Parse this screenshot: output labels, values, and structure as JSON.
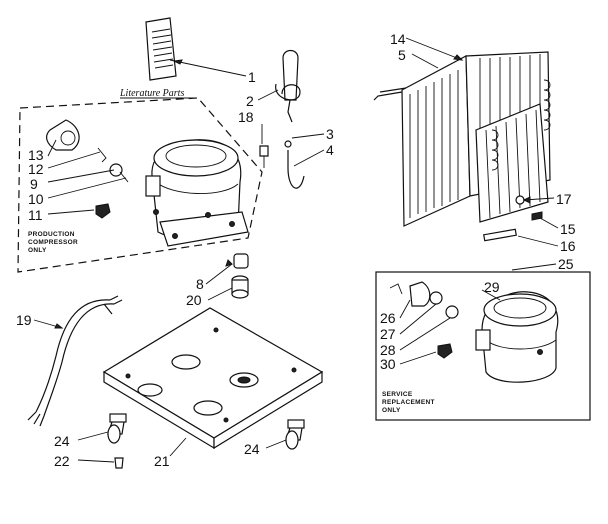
{
  "diagram": {
    "literature_caption": "Literature Parts",
    "production_note": [
      "PRODUCTION",
      "COMPRESSOR",
      "ONLY"
    ],
    "service_note": [
      "SERVICE",
      "REPLACEMENT",
      "ONLY"
    ],
    "callouts": {
      "c1": "1",
      "c2": "2",
      "c3": "3",
      "c4": "4",
      "c5": "5",
      "c8": "8",
      "c9": "9",
      "c10": "10",
      "c11": "11",
      "c12": "12",
      "c13": "13",
      "c14": "14",
      "c15": "15",
      "c16": "16",
      "c17": "17",
      "c18": "18",
      "c19": "19",
      "c20": "20",
      "c21": "21",
      "c22": "22",
      "c24a": "24",
      "c24b": "24",
      "c25": "25",
      "c26": "26",
      "c27": "27",
      "c28": "28",
      "c29": "29",
      "c30": "30"
    }
  }
}
